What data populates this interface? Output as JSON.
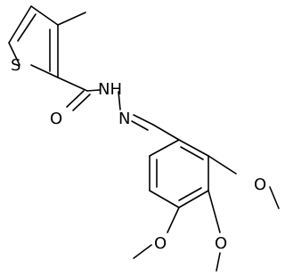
{
  "structure": {
    "atom_labels": {
      "sulfur": "S",
      "carbonyl_oxygen": "O",
      "amide_nh": "NH",
      "imine_n": "N",
      "methoxy_3_o": "O",
      "methoxy_4_o": "O",
      "methoxy_5_o": "O"
    },
    "colors": {
      "ink": "#000000",
      "background": "#ffffff"
    }
  }
}
